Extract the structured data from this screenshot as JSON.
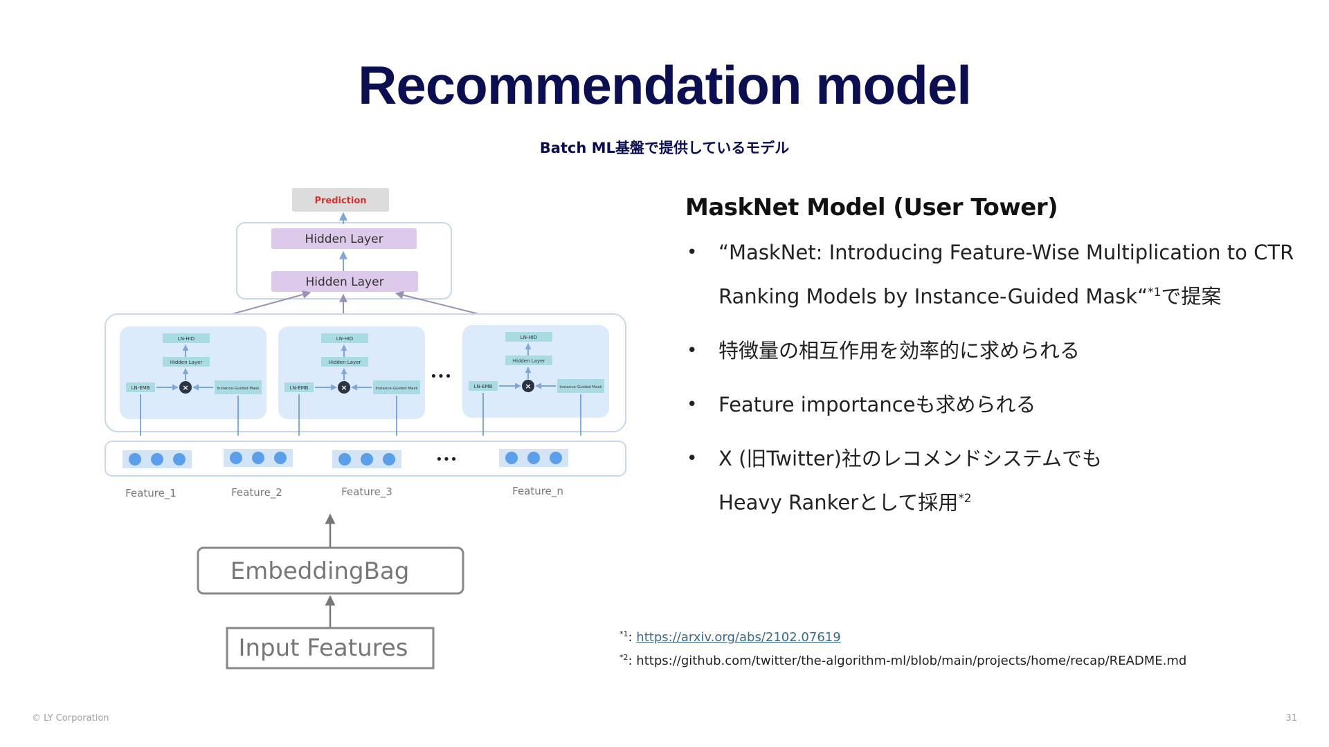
{
  "slide": {
    "title": "Recommendation model",
    "subtitle": "Batch ML基盤で提供しているモデル",
    "footer_left": "© LY Corporation",
    "page_number": "31"
  },
  "diagram": {
    "prediction": "Prediction",
    "hidden_layer_top": "Hidden Layer",
    "hidden_layer_bottom": "Hidden Layer",
    "block_ln_hid": "LN-HID",
    "block_hidden": "Hidden Layer",
    "block_ln_emb": "LN-EMB",
    "block_mask": "Instance-Guided Mask",
    "ellipsis": "•••",
    "features": [
      "Feature_1",
      "Feature_2",
      "Feature_3",
      "Feature_n"
    ],
    "embedding_bag": "EmbeddingBag",
    "input_features": "Input Features",
    "colors": {
      "panel_fill": "#dcebfb",
      "box_teal": "#a8dbe4",
      "hidden_purple": "#ddc9ea",
      "dot_blue": "#5b9ee9",
      "prediction_red": "#d9302b",
      "arrow_blue": "#7fa7d8"
    }
  },
  "content": {
    "model_title": "MaskNet Model (User Tower)",
    "bullet1_text": "“MaskNet: Introducing Feature-Wise Multiplication to CTR Ranking Models by Instance-Guided Mask“",
    "bullet1_sup": "*1",
    "bullet1_suffix": "で提案",
    "bullet2_text": "特徴量の相互作用を効率的に求められる",
    "bullet3_text": "Feature importanceも求められる",
    "bullet4_line1": "X (旧Twitter)社のレコメンドシステムでも",
    "bullet4_line2": "Heavy Rankerとして採用",
    "bullet4_sup": "*2"
  },
  "references": {
    "ref1_mark": "*1",
    "ref1_url": "https://arxiv.org/abs/2102.07619",
    "ref2_mark": "*2",
    "ref2_url": "https://github.com/twitter/the-algorithm-ml/blob/main/projects/home/recap/README.md"
  }
}
